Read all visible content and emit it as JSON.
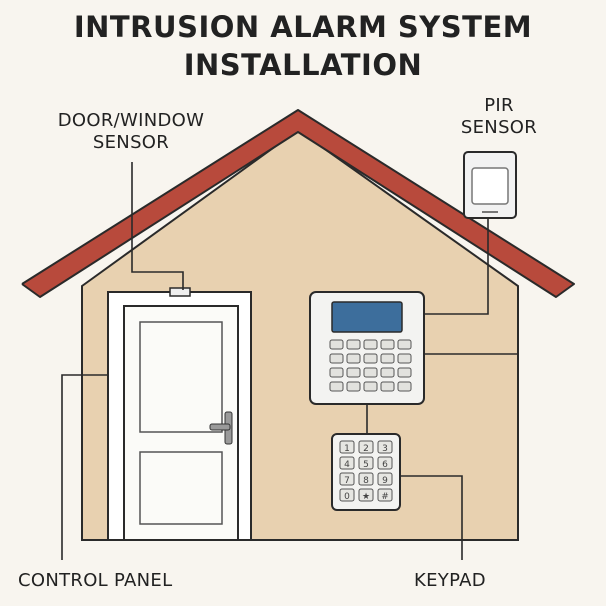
{
  "title": {
    "line1": "INTRUSION ALARM SYSTEM",
    "line2": "INSTALLATION"
  },
  "labels": {
    "door_window_line1": "DOOR/WINDOW",
    "door_window_line2": "SENSOR",
    "pir_line1": "PIR",
    "pir_line2": "SENSOR",
    "control_panel": "CONTROL PANEL",
    "keypad": "KEYPAD"
  },
  "keypad_keys": [
    "1",
    "2",
    "3",
    "4",
    "5",
    "6",
    "7",
    "8",
    "9",
    "0",
    "★",
    "#"
  ],
  "colors": {
    "background": "#f8f5ef",
    "wall": "#e8d1b0",
    "roof": "#b84a3c",
    "panel_screen": "#3d6e9c",
    "outline": "#2a2a2a"
  }
}
